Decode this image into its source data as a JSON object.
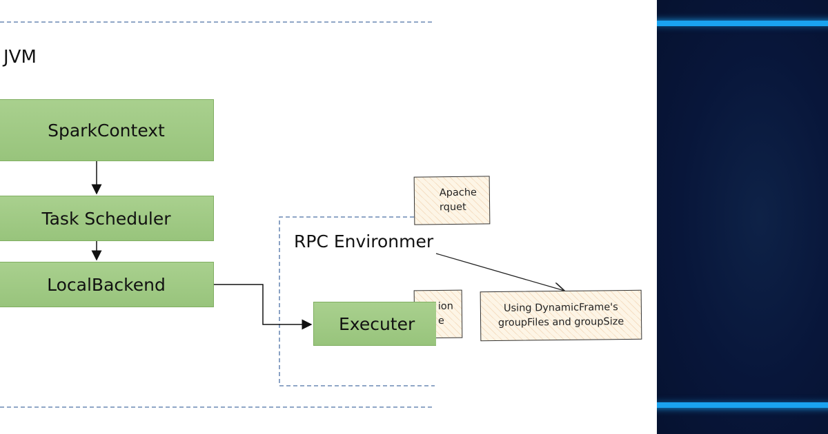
{
  "diagram": {
    "jvm_label": "JVM",
    "rpc_label": "RPC Environmer",
    "boxes": {
      "spark_context": "SparkContext",
      "task_scheduler": "Task Scheduler",
      "local_backend": "LocalBackend",
      "executer": "Executer"
    },
    "notes": {
      "apache_line1": "Apache",
      "apache_line2": "rquet",
      "partial_line1": "ion",
      "partial_line2": "e",
      "dynamic_line1": "Using DynamicFrame's",
      "dynamic_line2": "groupFiles and groupSize"
    }
  },
  "colors": {
    "box_fill": "#a9d08e",
    "box_border": "#7fae60",
    "dashed_border": "#4a6fa5",
    "panel_background": "#08163a",
    "neon_frame": "#1aa3f0"
  }
}
